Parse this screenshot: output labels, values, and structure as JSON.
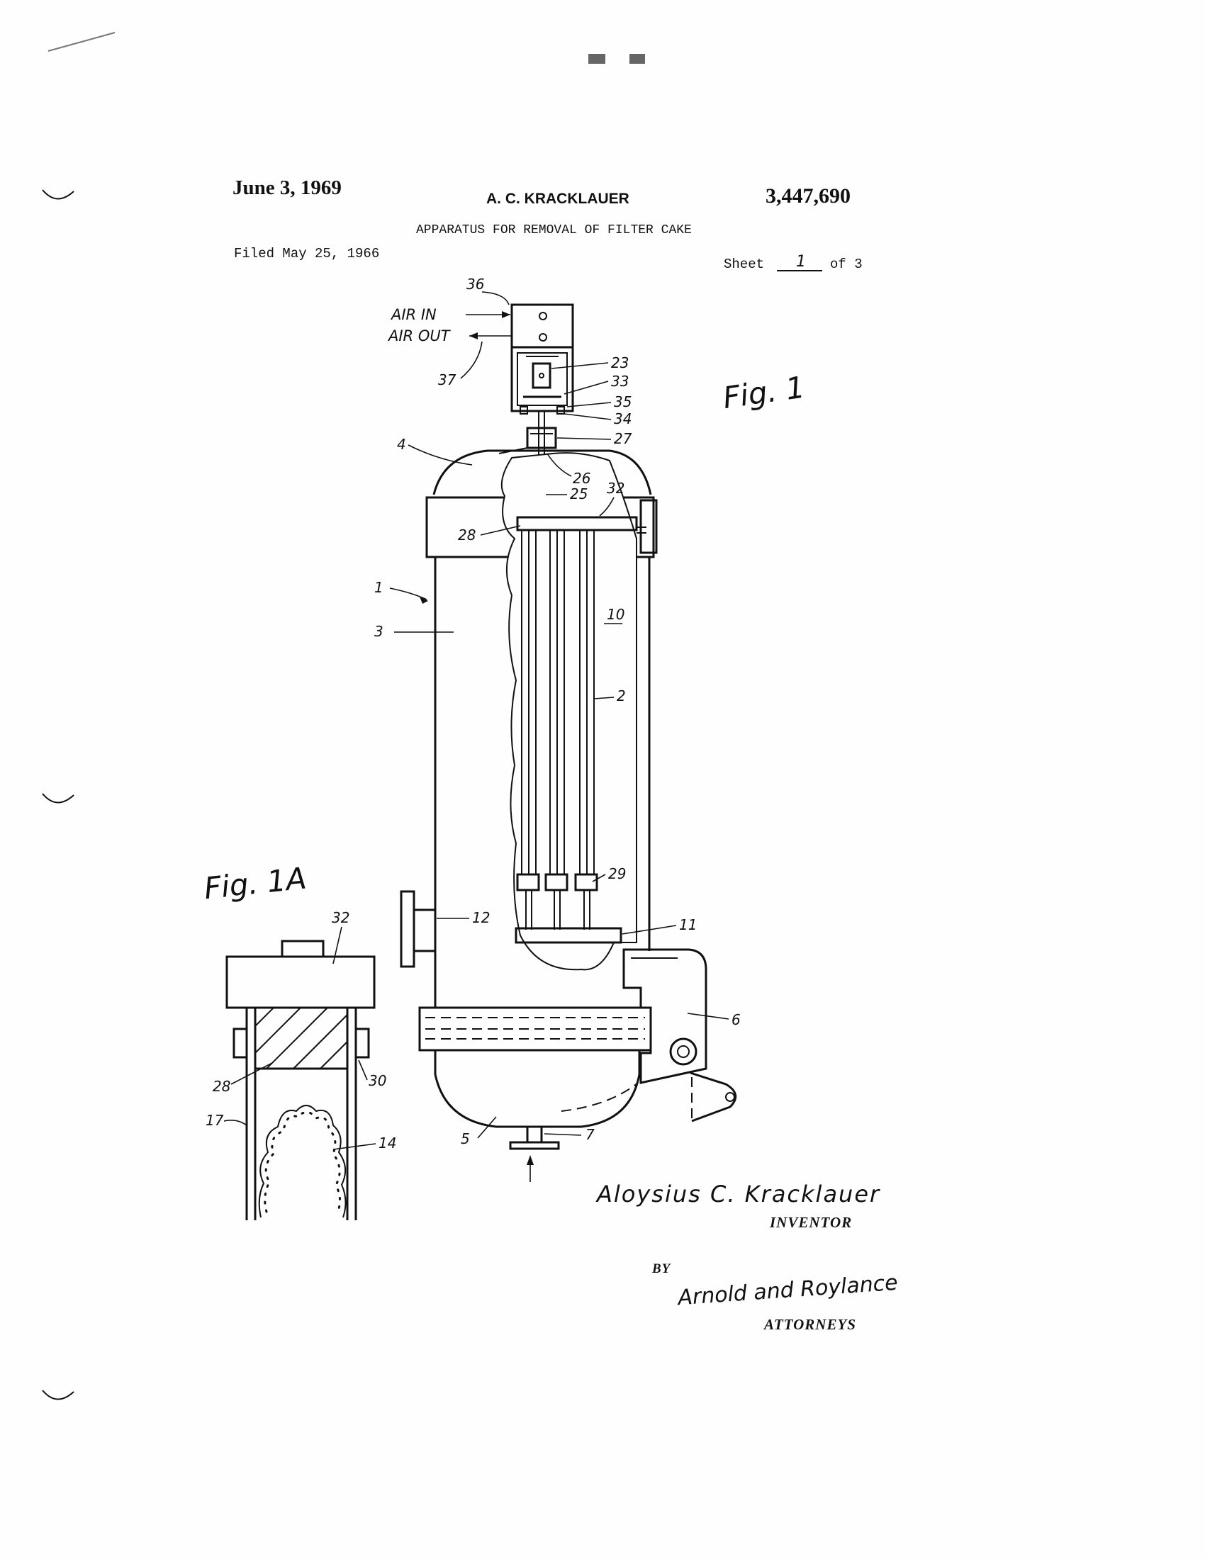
{
  "header": {
    "date": "June 3, 1969",
    "inventor_name": "A. C. KRACKLAUER",
    "patent_number": "3,447,690",
    "title": "APPARATUS FOR REMOVAL OF FILTER CAKE",
    "filed": "Filed May 25, 1966",
    "sheet_prefix": "Sheet",
    "sheet_number": "1",
    "sheet_suffix": "of 3"
  },
  "figure1": {
    "label": "Fig. 1",
    "air_in": "AIR IN",
    "air_out": "AIR OUT",
    "refs": {
      "r36": "36",
      "r37": "37",
      "r23": "23",
      "r33": "33",
      "r35": "35",
      "r34": "34",
      "r27": "27",
      "r26": "26",
      "r25": "25",
      "r32": "32",
      "r4": "4",
      "r28": "28",
      "r1": "1",
      "r3": "3",
      "r10": "10",
      "r2": "2",
      "r29": "29",
      "r12": "12",
      "r11": "11",
      "r6": "6",
      "r5": "5",
      "r7": "7"
    }
  },
  "figure1a": {
    "label": "Fig. 1A",
    "refs": {
      "r32": "32",
      "r28": "28",
      "r30": "30",
      "r17": "17",
      "r14": "14"
    }
  },
  "signatures": {
    "inventor_signature": "Aloysius C. Kracklauer",
    "inventor_caption": "INVENTOR",
    "by": "BY",
    "attorney_signature": "Arnold and Roylance",
    "attorney_caption": "ATTORNEYS"
  }
}
